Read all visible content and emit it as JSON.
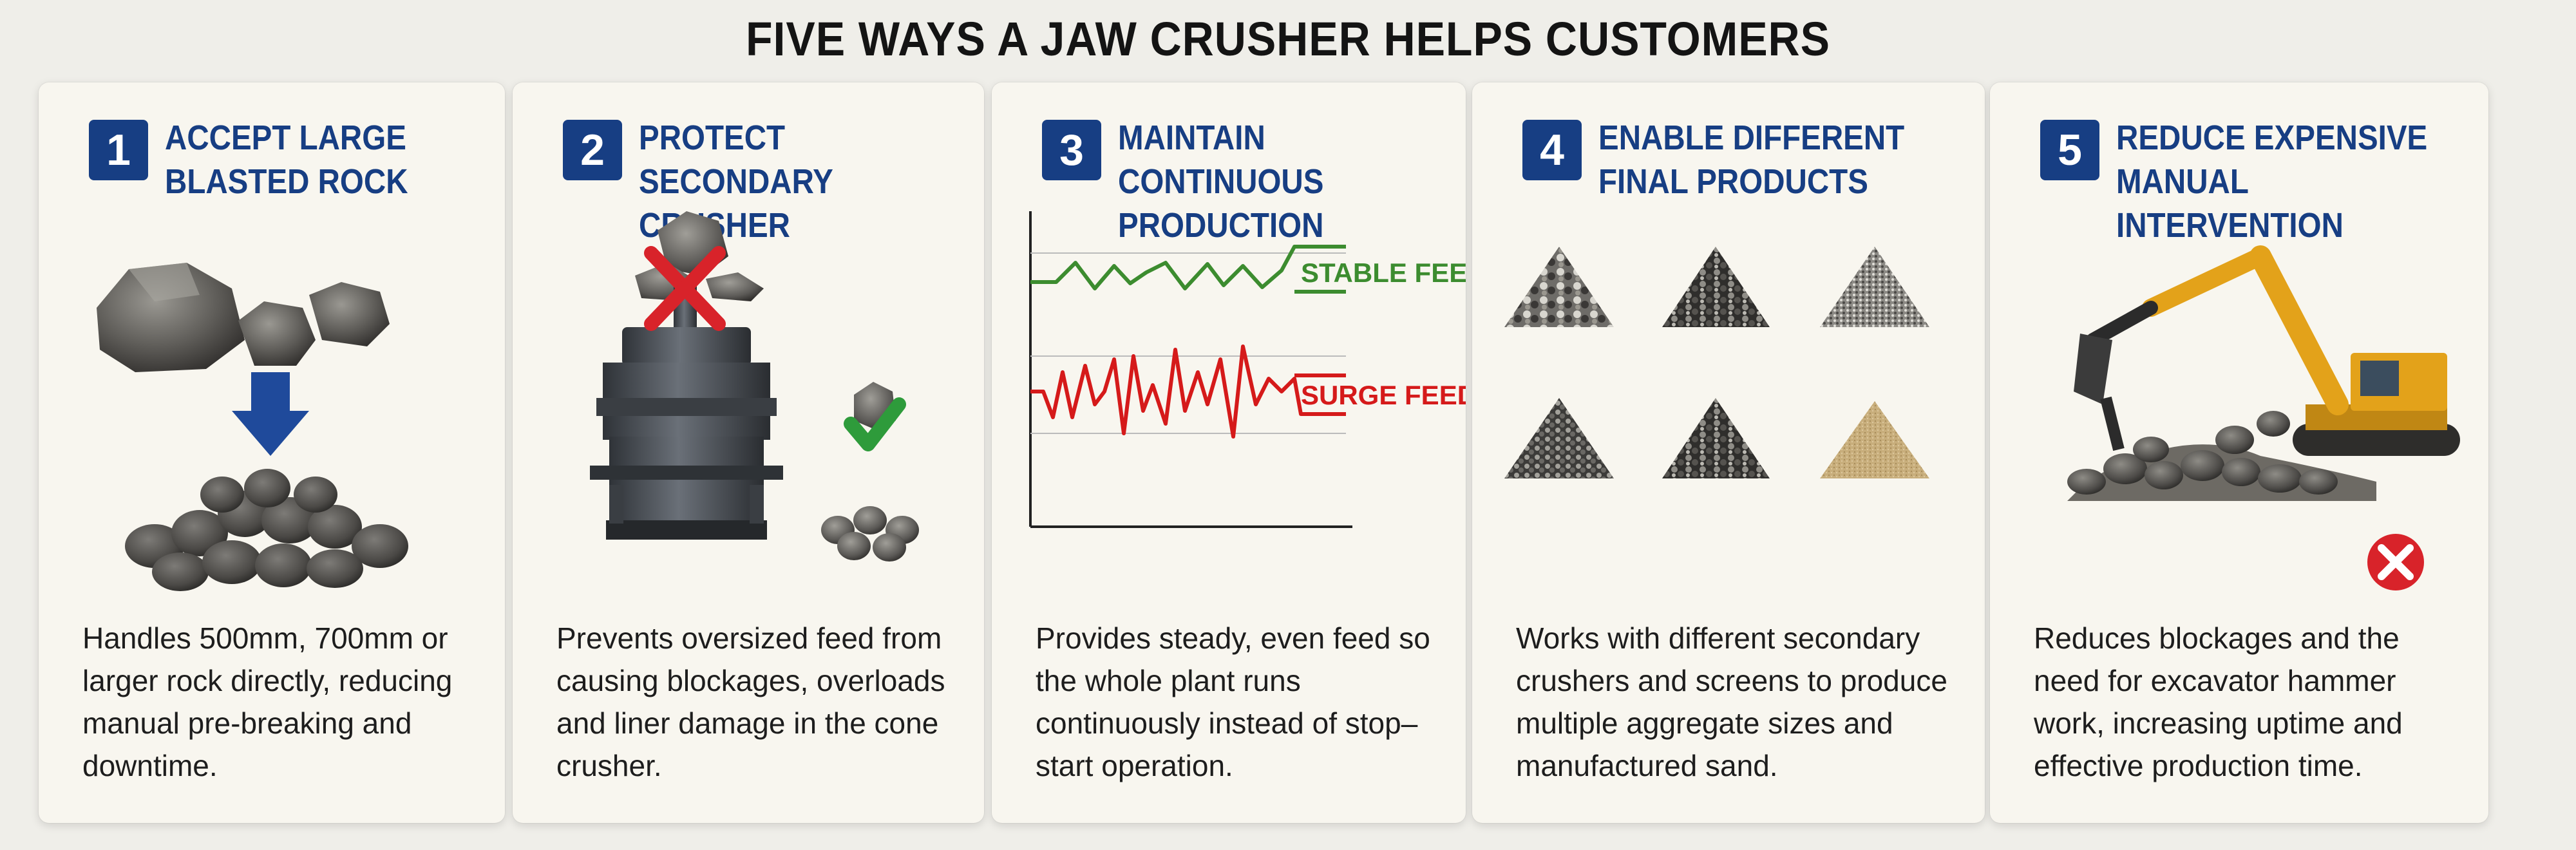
{
  "page": {
    "title": "FIVE WAYS A JAW CRUSHER HELPS CUSTOMERS"
  },
  "cards": [
    {
      "number": "1",
      "title": "ACCEPT LARGE BLASTED ROCK",
      "description": "Handles 500mm, 700mm or larger rock directly, reducing manual pre-breaking and downtime.",
      "illustration": "large-rock-to-small-rock"
    },
    {
      "number": "2",
      "title": "PROTECT SECONDARY CRUSHER",
      "description": "Prevents oversized feed from causing blockages, overloads and liner damage in the cone crusher.",
      "illustration": "cone-crusher-with-cross-and-check"
    },
    {
      "number": "3",
      "title": "MAINTAIN CONTINUOUS PRODUCTION",
      "description": "Provides steady, even feed so the whole plant runs continuously instead of stop–start operation.",
      "illustration": "feed-comparison-chart",
      "chart": {
        "stable_label": "STABLE FEED",
        "surge_label": "SURGE FEED",
        "stable_color": "#3c8c2f",
        "surge_color": "#d51a1a"
      }
    },
    {
      "number": "4",
      "title": "ENABLE DIFFERENT FINAL PRODUCTS",
      "description": "Works with different secondary crushers and screens to produce multiple aggregate sizes and manufactured sand.",
      "illustration": "six-aggregate-piles"
    },
    {
      "number": "5",
      "title": "REDUCE EXPENSIVE MANUAL INTERVENTION",
      "description": "Reduces blockages and the need for excavator hammer work, increasing uptime and effective production time.",
      "illustration": "excavator-with-cross"
    }
  ],
  "colors": {
    "accent": "#173e83",
    "background": "#efeee9",
    "card": "#f8f6ef",
    "cross": "#d8232a",
    "check": "#2e9b3b",
    "excavator": "#e3a21a"
  }
}
